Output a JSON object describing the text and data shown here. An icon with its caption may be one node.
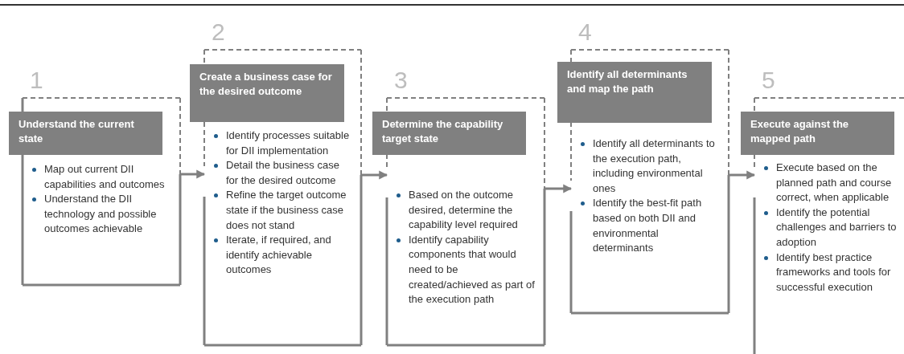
{
  "diagram": {
    "nodes": [
      {
        "text": [
          "1",
          "Map out current DII capabilities and outcomes",
          "Understand the DII technology and possible outcomes achievable"
        ]
      },
      {
        "text": [
          "Understand the current state"
        ]
      },
      {
        "text": [
          "2",
          "Identify processes suitable for DII implementation",
          "Detail the business case for the desired outcome",
          "Refine the target outcome state if the business case does not stand",
          "Iterate, if required, and identify achievable outcomes"
        ]
      },
      {
        "text": [
          "Create a business case for the desired outcome"
        ]
      },
      {
        "text": [
          "3",
          "Based on the outcome desired, determine the capability level required",
          "Identify capability components that would need to be created/achieved as part of the execution path"
        ]
      },
      {
        "text": [
          "Determine the capability target state"
        ]
      },
      {
        "text": [
          "4",
          "Identify all determinants to the execution path, including environmental ones",
          "Identify the best-fit path based on both DII and environmental determinants"
        ]
      },
      {
        "text": [
          "Identify all determinants and map the path"
        ]
      },
      {
        "text": [
          "5",
          "Execute based on the planned path and course correct, when applicable",
          "Identify the potential challenges and barriers to adoption",
          "Identify best practice frameworks and tools for successful execution"
        ]
      },
      {
        "text": [
          "Execute against the mapped path"
        ]
      }
    ],
    "edges": [
      {
        "from": 0,
        "to": 2,
        "arrow": "to"
      },
      {
        "from": 2,
        "to": 4,
        "arrow": "to"
      },
      {
        "from": 4,
        "to": 6,
        "arrow": "to"
      },
      {
        "from": 6,
        "to": 8,
        "arrow": "to"
      }
    ]
  }
}
